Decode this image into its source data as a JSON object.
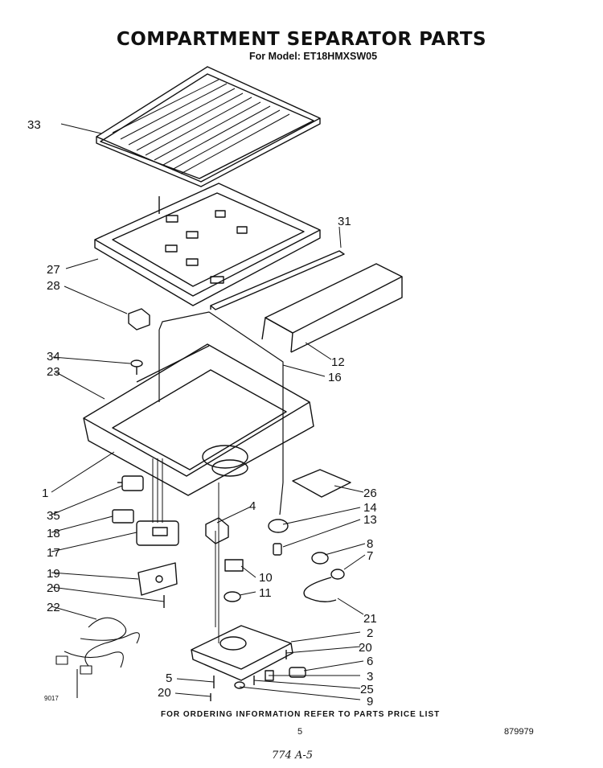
{
  "title": "COMPARTMENT SEPARATOR PARTS",
  "subtitle": "For Model: ET18HMXSW05",
  "footer": "FOR ORDERING INFORMATION REFER TO PARTS PRICE LIST",
  "page_number": "5",
  "code": "879979",
  "figure_tag": "9017",
  "handwritten_note": "774 A-5",
  "callouts": {
    "c33": "33",
    "c31": "31",
    "c27": "27",
    "c28": "28",
    "c12": "12",
    "c34": "34",
    "c16": "16",
    "c23": "23",
    "c1": "1",
    "c26": "26",
    "c35": "35",
    "c4": "4",
    "c14": "14",
    "c13": "13",
    "c18": "18",
    "c17": "17",
    "c8": "8",
    "c7": "7",
    "c19": "19",
    "c10": "10",
    "c11": "11",
    "c20a": "20",
    "c21": "21",
    "c22": "22",
    "c2": "2",
    "c20b": "20",
    "c6": "6",
    "c3": "3",
    "c5": "5",
    "c25": "25",
    "c20c": "20",
    "c9": "9"
  }
}
